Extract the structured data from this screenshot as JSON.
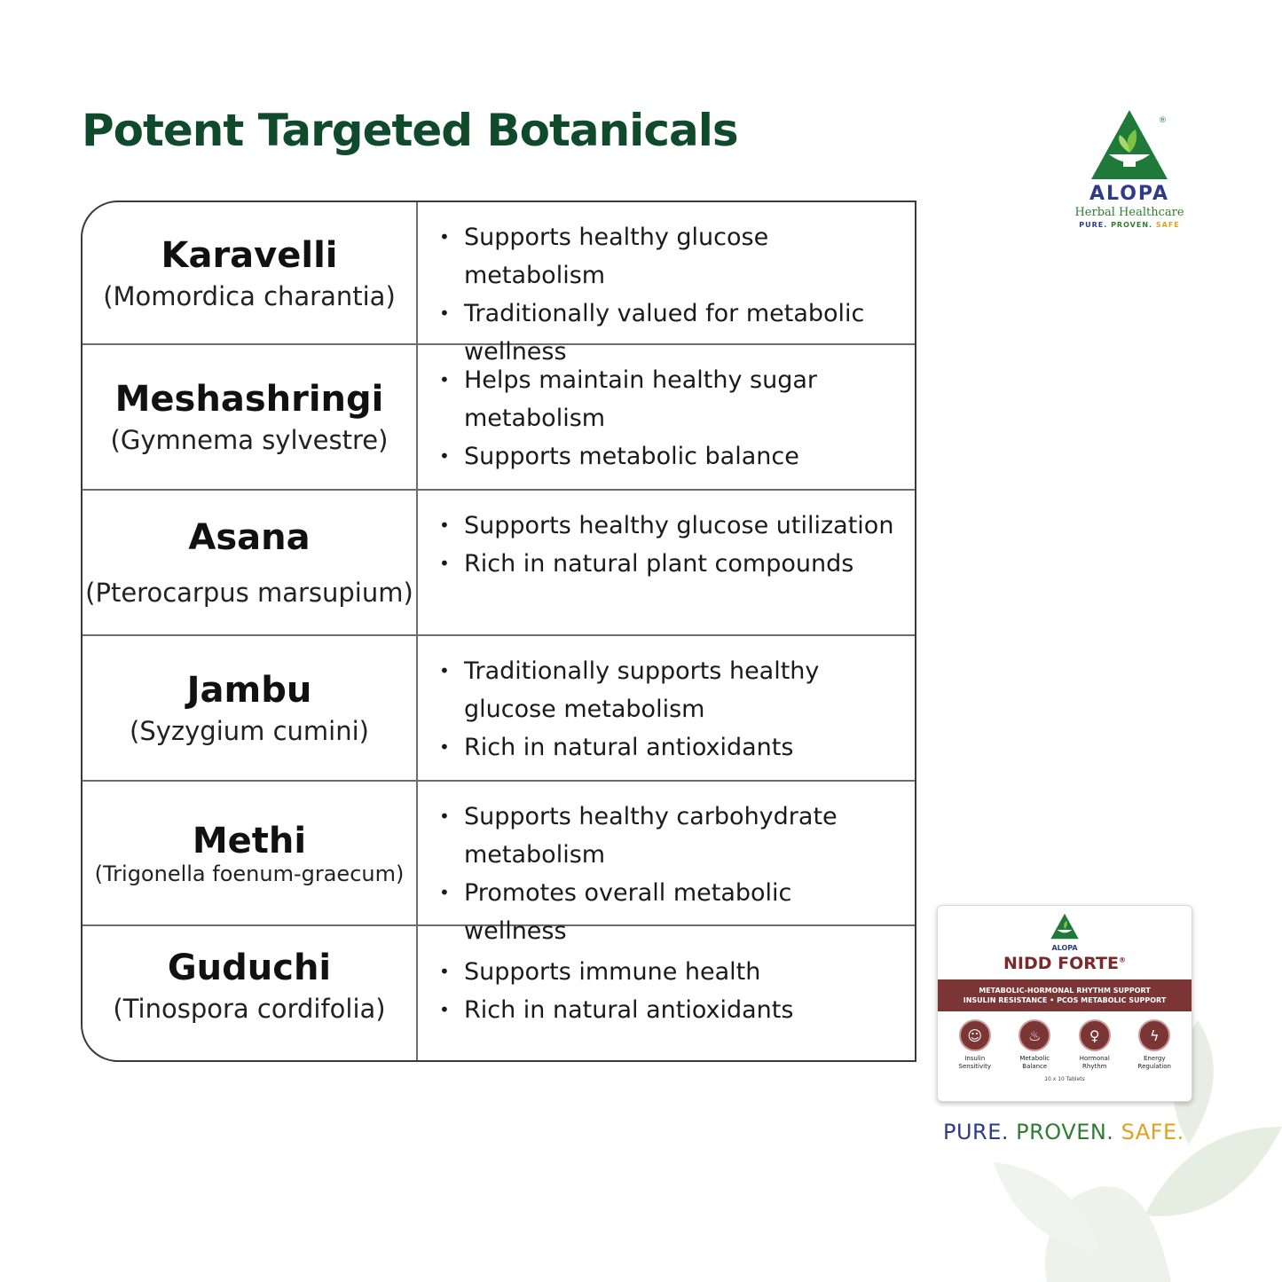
{
  "title": "Potent Targeted Botanicals",
  "botanicals": [
    {
      "name": "Karavelli",
      "botanical": "(Momordica charantia)",
      "benefits": [
        "Supports healthy glucose metabolism",
        "Traditionally valued for metabolic wellness"
      ]
    },
    {
      "name": "Meshashringi",
      "botanical": "(Gymnema sylvestre)",
      "benefits": [
        "Helps maintain healthy sugar metabolism",
        "Supports metabolic balance"
      ]
    },
    {
      "name": "Asana",
      "botanical": "(Pterocarpus marsupium)",
      "benefits": [
        "Supports healthy glucose utilization",
        "Rich in natural plant compounds"
      ]
    },
    {
      "name": "Jambu",
      "botanical": "(Syzygium cumini)",
      "benefits": [
        "Traditionally supports healthy glucose metabolism",
        "Rich in natural antioxidants"
      ]
    },
    {
      "name": "Methi",
      "botanical": "(Trigonella foenum-graecum)",
      "benefits": [
        "Supports healthy carbohydrate metabolism",
        "Promotes overall metabolic wellness"
      ]
    },
    {
      "name": "Guduchi",
      "botanical": "(Tinospora cordifolia)",
      "benefits": [
        "Supports immune health",
        "Rich in natural antioxidants"
      ]
    }
  ],
  "logo": {
    "brand": "ALOPA",
    "subtitle": "Herbal Healthcare",
    "tagline": [
      "PURE.",
      "PROVEN.",
      "SAFE"
    ],
    "icon": "mortar-leaf-icon",
    "colors": {
      "blue": "#2e3a8c",
      "green": "#2e7d32",
      "gold": "#e0a020"
    }
  },
  "product": {
    "brand": "ALOPA",
    "name": "NIDD FORTE",
    "band_line1": "METABOLIC-HORMONAL RHYTHM SUPPORT",
    "band_line2": "INSULIN RESISTANCE • PCOS METABOLIC SUPPORT",
    "icons": [
      {
        "icon": "head-icon",
        "label1": "Insulin",
        "label2": "Sensitivity"
      },
      {
        "icon": "flame-icon",
        "label1": "Metabolic",
        "label2": "Balance"
      },
      {
        "icon": "uterus-icon",
        "label1": "Hormonal",
        "label2": "Rhythm"
      },
      {
        "icon": "lightning-icon",
        "label1": "Energy",
        "label2": "Regulation"
      }
    ],
    "count": "10 x 10 Tablets",
    "band_color": "#7b3535"
  },
  "tagline": {
    "pure": "PURE.",
    "proven": "PROVEN.",
    "safe": "SAFE."
  }
}
